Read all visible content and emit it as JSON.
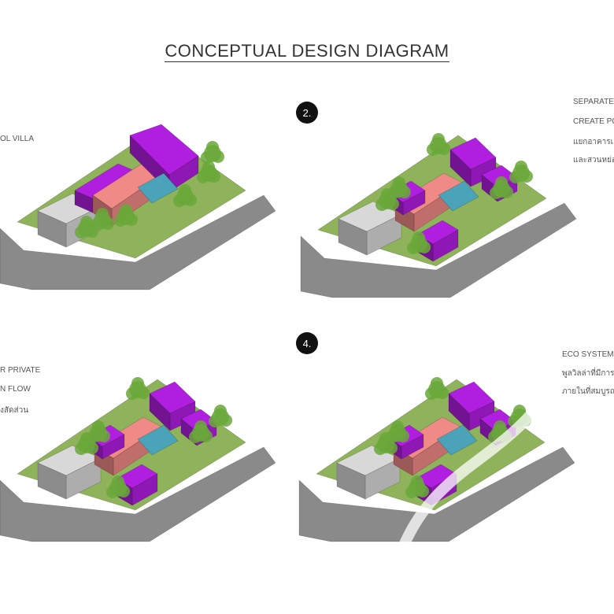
{
  "title": "CONCEPTUAL DESIGN DIAGRAM",
  "panels": [
    {
      "number": "",
      "lines": [
        "OL VILLA"
      ]
    },
    {
      "number": "2.",
      "lines": [
        "SEPARATE",
        "CREATE PO",
        "แยกอาคารเ",
        "และสวนหย่อ"
      ]
    },
    {
      "number": "",
      "lines": [
        "R PRIVATE",
        "N FLOW",
        "งสัดส่วน"
      ]
    },
    {
      "number": "4.",
      "lines": [
        "ECO SYSTEM",
        "พูลวิลล่าที่มีการ",
        "ภายในที่สมบูรณ"
      ]
    }
  ],
  "colors": {
    "road": "#8a8a8a",
    "site": "#8fb35a",
    "purple": "#b01ee0",
    "pink": "#ef8a86",
    "pool": "#4aa3b8",
    "garage": "#d8d8d8",
    "tree": "#6aa83a"
  }
}
